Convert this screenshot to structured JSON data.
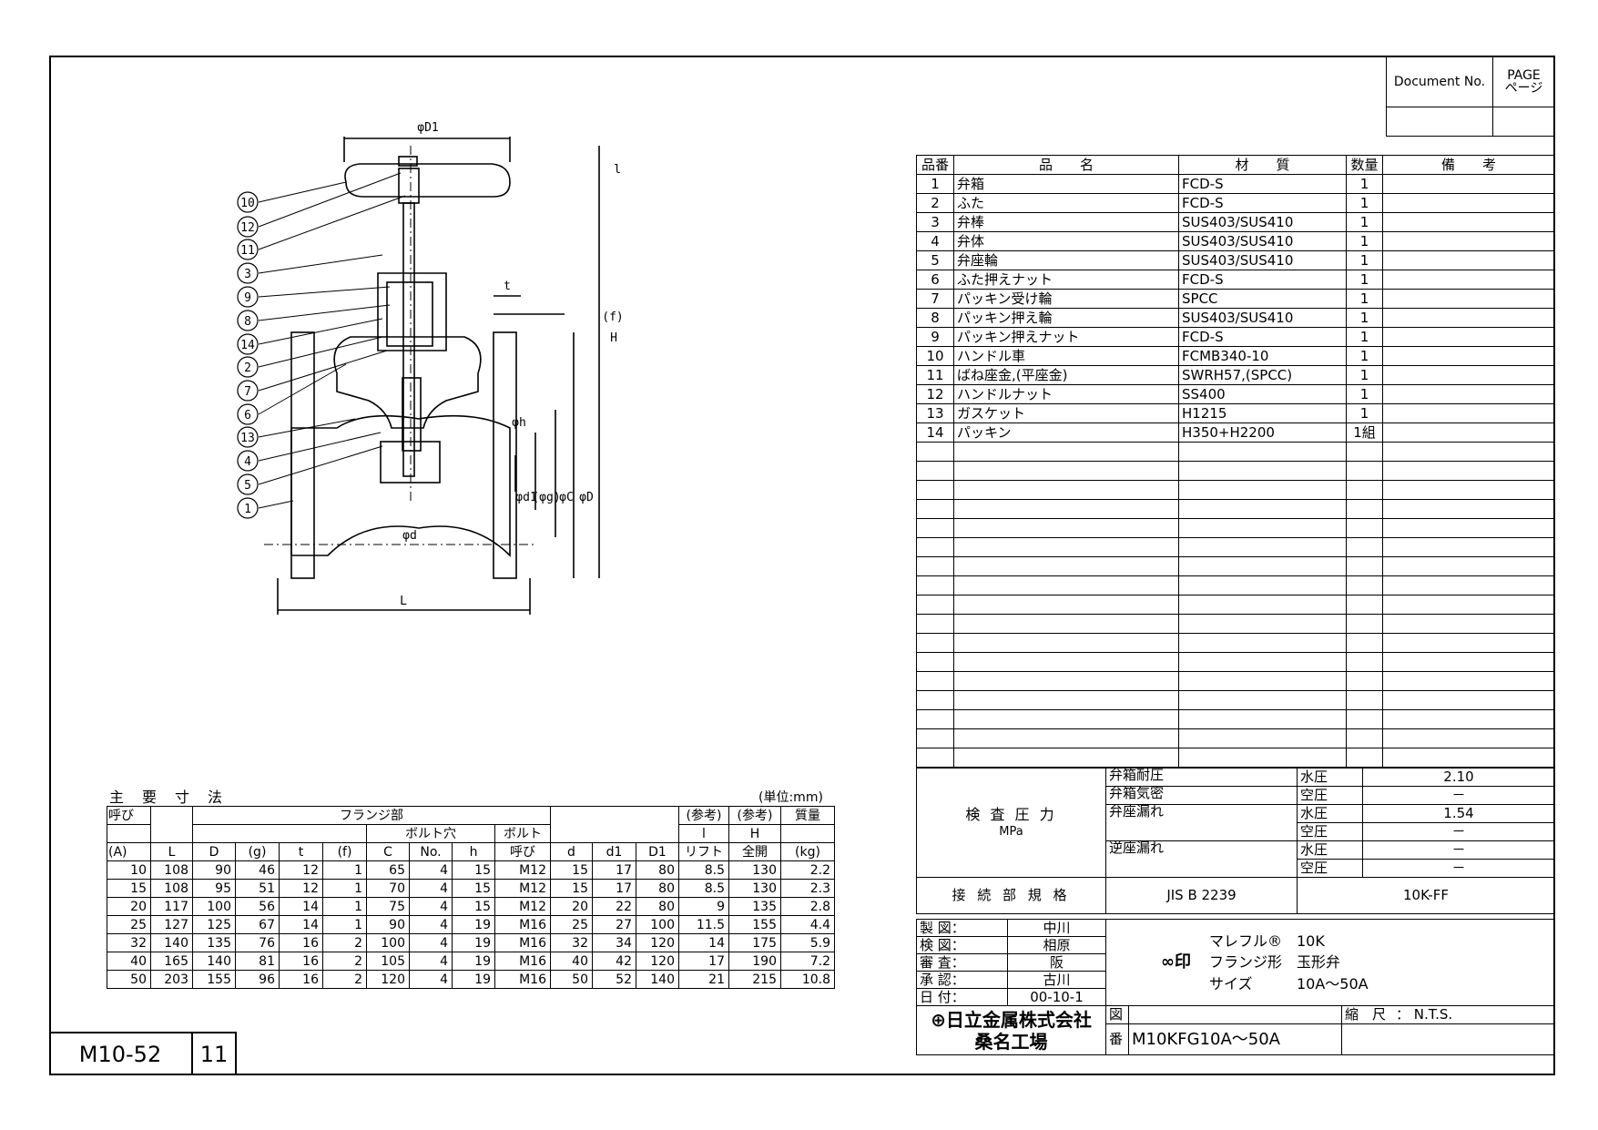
{
  "header": {
    "doc_no_label": "Document No.",
    "page_label_en": "PAGE",
    "page_label_ja": "ページ"
  },
  "parts_table": {
    "headers": [
      "品番",
      "品　　名",
      "材　　質",
      "数量",
      "備　　考"
    ],
    "rows": [
      [
        "1",
        "弁箱",
        "FCD-S",
        "1",
        ""
      ],
      [
        "2",
        "ふた",
        "FCD-S",
        "1",
        ""
      ],
      [
        "3",
        "弁棒",
        "SUS403/SUS410",
        "1",
        ""
      ],
      [
        "4",
        "弁体",
        "SUS403/SUS410",
        "1",
        ""
      ],
      [
        "5",
        "弁座輪",
        "SUS403/SUS410",
        "1",
        ""
      ],
      [
        "6",
        "ふた押えナット",
        "FCD-S",
        "1",
        ""
      ],
      [
        "7",
        "パッキン受け輪",
        "SPCC",
        "1",
        ""
      ],
      [
        "8",
        "パッキン押え輪",
        "SUS403/SUS410",
        "1",
        ""
      ],
      [
        "9",
        "パッキン押えナット",
        "FCD-S",
        "1",
        ""
      ],
      [
        "10",
        "ハンドル車",
        "FCMB340-10",
        "1",
        ""
      ],
      [
        "11",
        "ばね座金,(平座金)",
        "SWRH57,(SPCC)",
        "1",
        ""
      ],
      [
        "12",
        "ハンドルナット",
        "SS400",
        "1",
        ""
      ],
      [
        "13",
        "ガスケット",
        "H1215",
        "1",
        ""
      ],
      [
        "14",
        "パッキン",
        "H350+H2200",
        "1組",
        ""
      ]
    ]
  },
  "inspection": {
    "label": "検 査 圧 力",
    "unit": "MPa",
    "rows": [
      {
        "item": "弁箱耐圧",
        "medium": "水圧",
        "value": "2.10"
      },
      {
        "item": "弁箱気密",
        "medium": "空圧",
        "value": "－"
      },
      {
        "item": "弁座漏れ",
        "medium": "水圧",
        "value": "1.54"
      },
      {
        "item": "",
        "medium": "空圧",
        "value": "－"
      },
      {
        "item": "逆座漏れ",
        "medium": "水圧",
        "value": "－"
      },
      {
        "item": "",
        "medium": "空圧",
        "value": "－"
      }
    ],
    "connection_label": "接 続 部 規 格",
    "connection_std": "JIS B 2239",
    "connection_type": "10K-FF"
  },
  "signoff": {
    "rows": [
      {
        "role": "製 図：",
        "name": "中川"
      },
      {
        "role": "検 図：",
        "name": "相原"
      },
      {
        "role": "審 査：",
        "name": "阪"
      },
      {
        "role": "承 認：",
        "name": "古川"
      },
      {
        "role": "日 付：",
        "name": "00-10-1"
      }
    ]
  },
  "product": {
    "logo_text": "印",
    "line1_a": "マレフル®",
    "line1_b": "10K",
    "line2_a": "フランジ形",
    "line2_b": "玉形弁",
    "line3_a": "サイズ",
    "line3_b": "10A～50A"
  },
  "company": {
    "name": "日立金属株式会社",
    "plant": "桑名工場"
  },
  "drawing": {
    "zu_label": "図",
    "ban_label": "番",
    "number": "M10KFG10A～50A",
    "scale_label": "縮　尺",
    "scale_value": "：  N.T.S."
  },
  "bottom": {
    "code": "M10-52",
    "page": "11"
  },
  "dims": {
    "title": "主　要　寸　法",
    "unit": "(単位:mm)",
    "h_yobi": "呼び",
    "h_A": "(A)",
    "h_L": "L",
    "h_D": "D",
    "h_g": "(g)",
    "h_t": "t",
    "h_f": "(f)",
    "h_flange": "フランジ部",
    "h_bolthole": "ボルト穴",
    "h_C": "C",
    "h_No": "No.",
    "h_h": "h",
    "h_bolt1": "ボルト",
    "h_bolt2": "呼び",
    "h_d": "d",
    "h_d1": "d1",
    "h_D1": "D1",
    "h_ref1": "(参考)",
    "h_l": "l",
    "h_lift": "リフト",
    "h_ref2": "(参考)",
    "h_H": "H",
    "h_open": "全開",
    "h_mass": "質量",
    "h_kg": "(kg)",
    "rows": [
      [
        "10",
        "108",
        "90",
        "46",
        "12",
        "1",
        "65",
        "4",
        "15",
        "M12",
        "15",
        "17",
        "80",
        "8.5",
        "130",
        "2.2"
      ],
      [
        "15",
        "108",
        "95",
        "51",
        "12",
        "1",
        "70",
        "4",
        "15",
        "M12",
        "15",
        "17",
        "80",
        "8.5",
        "130",
        "2.3"
      ],
      [
        "20",
        "117",
        "100",
        "56",
        "14",
        "1",
        "75",
        "4",
        "15",
        "M12",
        "20",
        "22",
        "80",
        "9",
        "135",
        "2.8"
      ],
      [
        "25",
        "127",
        "125",
        "67",
        "14",
        "1",
        "90",
        "4",
        "19",
        "M16",
        "25",
        "27",
        "100",
        "11.5",
        "155",
        "4.4"
      ],
      [
        "32",
        "140",
        "135",
        "76",
        "16",
        "2",
        "100",
        "4",
        "19",
        "M16",
        "32",
        "34",
        "120",
        "14",
        "175",
        "5.9"
      ],
      [
        "40",
        "165",
        "140",
        "81",
        "16",
        "2",
        "105",
        "4",
        "19",
        "M16",
        "40",
        "42",
        "120",
        "17",
        "190",
        "7.2"
      ],
      [
        "50",
        "203",
        "155",
        "96",
        "16",
        "2",
        "120",
        "4",
        "19",
        "M16",
        "50",
        "52",
        "140",
        "21",
        "215",
        "10.8"
      ]
    ]
  },
  "figure": {
    "callouts": [
      "10",
      "12",
      "11",
      "3",
      "9",
      "8",
      "14",
      "2",
      "7",
      "6",
      "13",
      "4",
      "5",
      "1"
    ],
    "dim_labels": [
      "φD1",
      "l",
      "H",
      "t",
      "(f)",
      "φh",
      "φd1",
      "(φg)",
      "φC",
      "φD",
      "φd",
      "L"
    ]
  }
}
